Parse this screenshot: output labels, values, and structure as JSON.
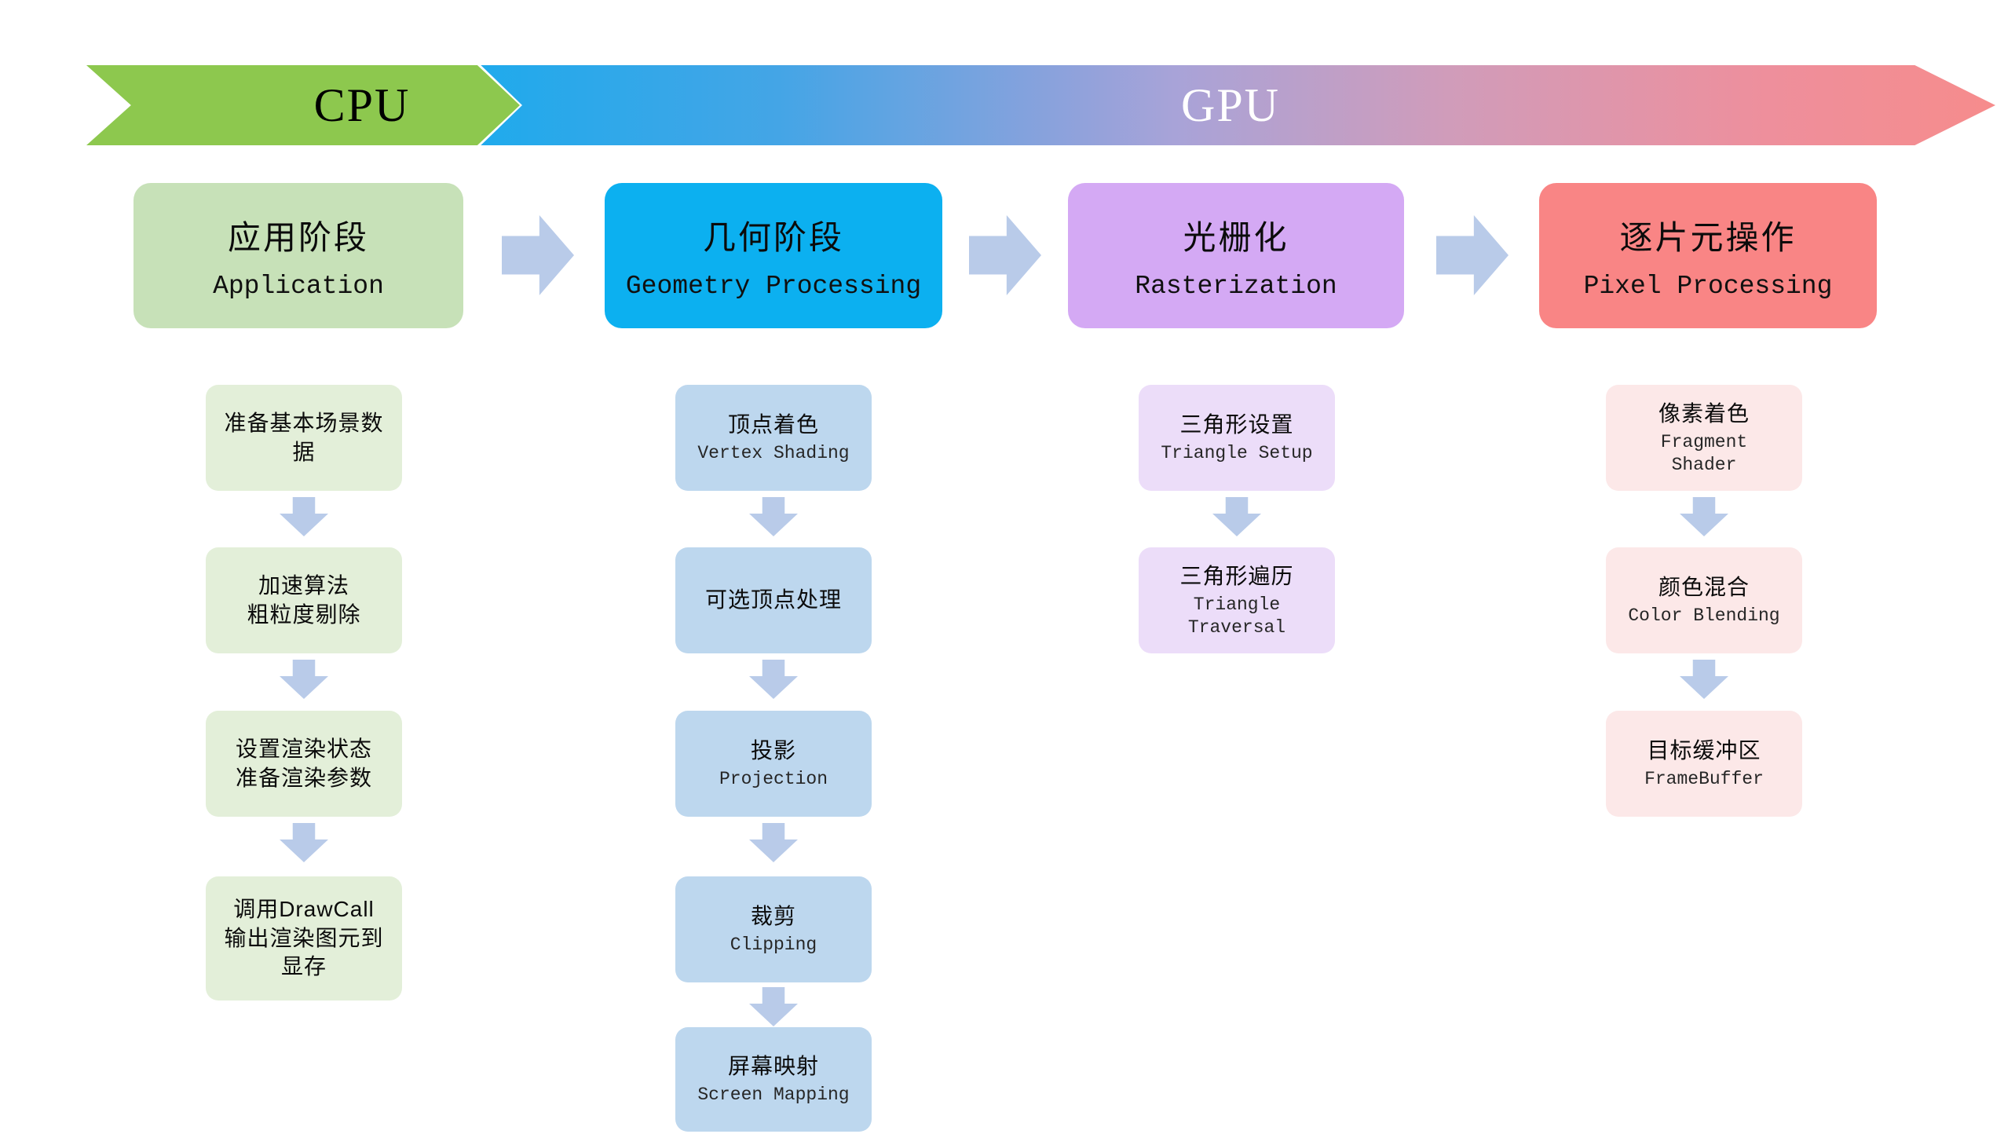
{
  "banner": {
    "cpu_label": "CPU",
    "gpu_label": "GPU"
  },
  "stages": [
    {
      "cn": "应用阶段",
      "en": "Application",
      "fill": "#c7e1b8"
    },
    {
      "cn": "几何阶段",
      "en": "Geometry Processing",
      "fill": "#0cb0f0"
    },
    {
      "cn": "光栅化",
      "en": "Rasterization",
      "fill": "#d4a9f4"
    },
    {
      "cn": "逐片元操作",
      "en": "Pixel Processing",
      "fill": "#f98585"
    }
  ],
  "columns": [
    {
      "stage": "应用阶段",
      "fill": "#e3efd9",
      "steps": [
        {
          "cn": "准备基本场景数\n据",
          "en": ""
        },
        {
          "cn": "加速算法\n粗粒度剔除",
          "en": ""
        },
        {
          "cn": "设置渲染状态\n准备渲染参数",
          "en": ""
        },
        {
          "cn": "调用DrawCall\n输出渲染图元到\n显存",
          "en": ""
        }
      ]
    },
    {
      "stage": "几何阶段",
      "fill": "#bdd7ee",
      "steps": [
        {
          "cn": "顶点着色",
          "en": "Vertex Shading"
        },
        {
          "cn": "可选顶点处理",
          "en": ""
        },
        {
          "cn": "投影",
          "en": "Projection"
        },
        {
          "cn": "裁剪",
          "en": "Clipping"
        },
        {
          "cn": "屏幕映射",
          "en": "Screen Mapping"
        }
      ]
    },
    {
      "stage": "光栅化",
      "fill": "#ecddf9",
      "steps": [
        {
          "cn": "三角形设置",
          "en": "Triangle Setup"
        },
        {
          "cn": "三角形遍历",
          "en": "Triangle\nTraversal"
        }
      ]
    },
    {
      "stage": "逐片元操作",
      "fill": "#fce8e8",
      "steps": [
        {
          "cn": "像素着色",
          "en": "Fragment\nShader"
        },
        {
          "cn": "颜色混合",
          "en": "Color Blending"
        },
        {
          "cn": "目标缓冲区",
          "en": "FrameBuffer"
        }
      ]
    }
  ],
  "colors": {
    "cpu_arrow": "#8dc84e",
    "gpu_gradient_start": "#1faaec",
    "gpu_gradient_mid": "#a8a3d8",
    "gpu_gradient_end": "#f68c8c",
    "flow_arrow": "#b9cbe9",
    "background": "#ffffff"
  }
}
